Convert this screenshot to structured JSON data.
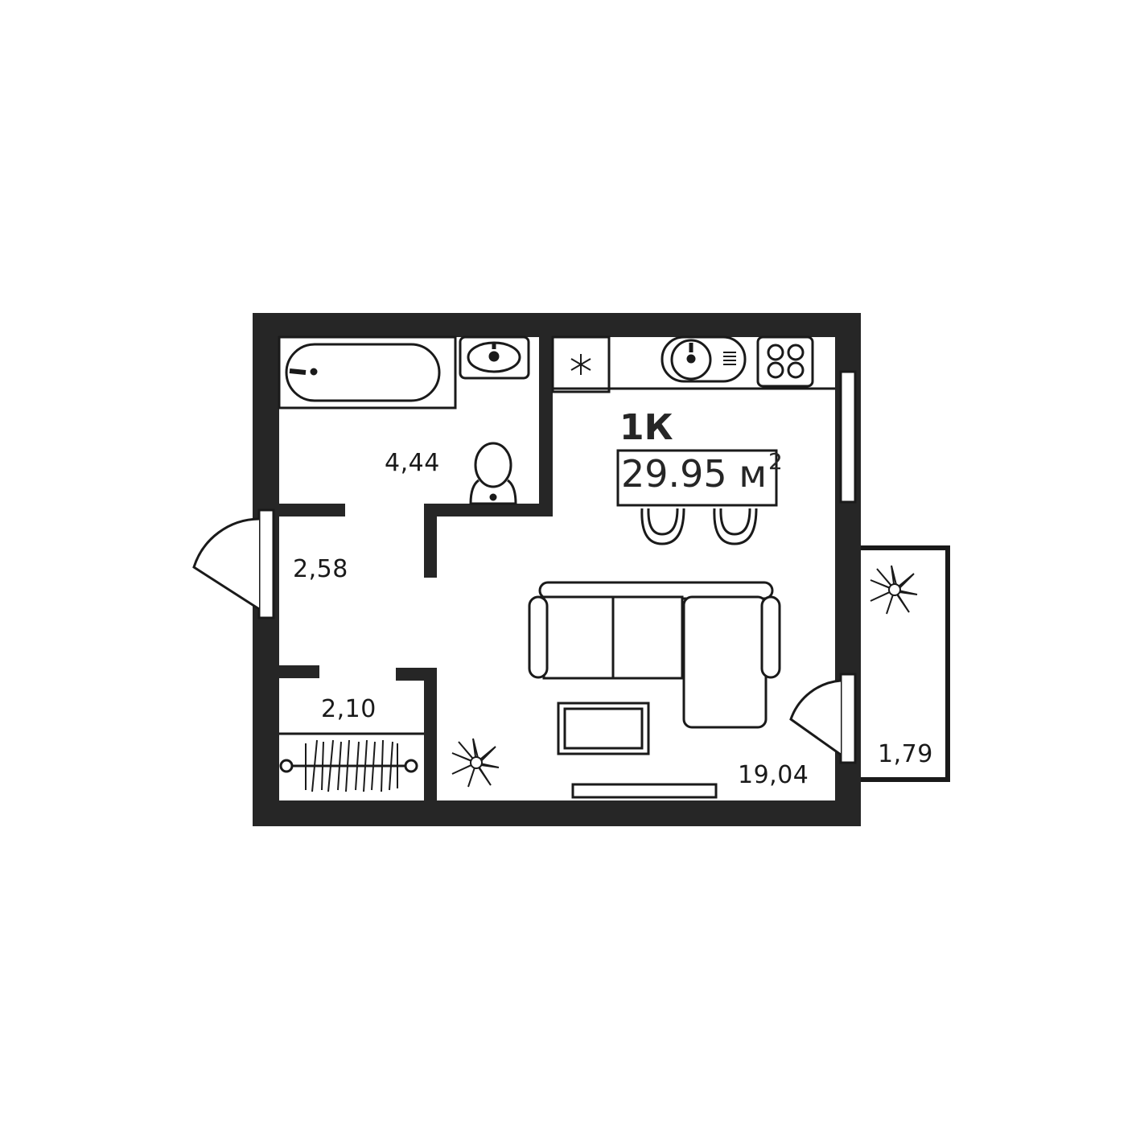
{
  "apartment": {
    "type": "1К",
    "total_area": "29.95",
    "area_unit": "м",
    "area_unit_power": "2"
  },
  "rooms": [
    {
      "id": "bathroom",
      "area": "4,44"
    },
    {
      "id": "hallway",
      "area": "2,58"
    },
    {
      "id": "closet",
      "area": "2,10"
    },
    {
      "id": "living",
      "area": "19,04"
    },
    {
      "id": "balcony",
      "area": "1,79"
    }
  ],
  "colors": {
    "wall": "#262626",
    "line": "#1a1a1a",
    "background": "#ffffff"
  }
}
